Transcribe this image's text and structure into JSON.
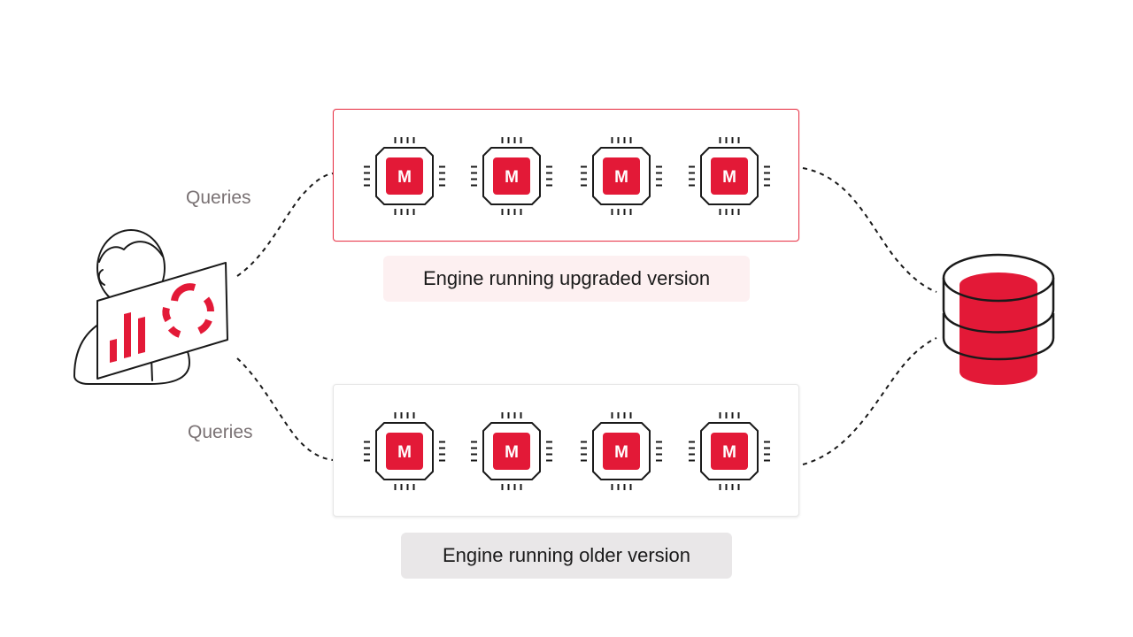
{
  "diagram": {
    "upgraded": {
      "caption": "Engine running upgraded version",
      "chip_letter": "M",
      "chip_count": 4
    },
    "older": {
      "caption": "Engine running older version",
      "chip_letter": "M",
      "chip_count": 4
    },
    "queries_top": "Queries",
    "queries_bottom": "Queries"
  },
  "colors": {
    "accent": "#e31937",
    "box_border_upgraded": "#e8374a",
    "caption_bg_upgraded": "#fdf0f1",
    "caption_bg_older": "#e9e7e8",
    "label_gray": "#7a7274",
    "line": "#1a1a1a"
  },
  "icons": {
    "user": "user-with-dashboard-icon",
    "database": "database-icon",
    "chip": "processor-chip-icon"
  }
}
